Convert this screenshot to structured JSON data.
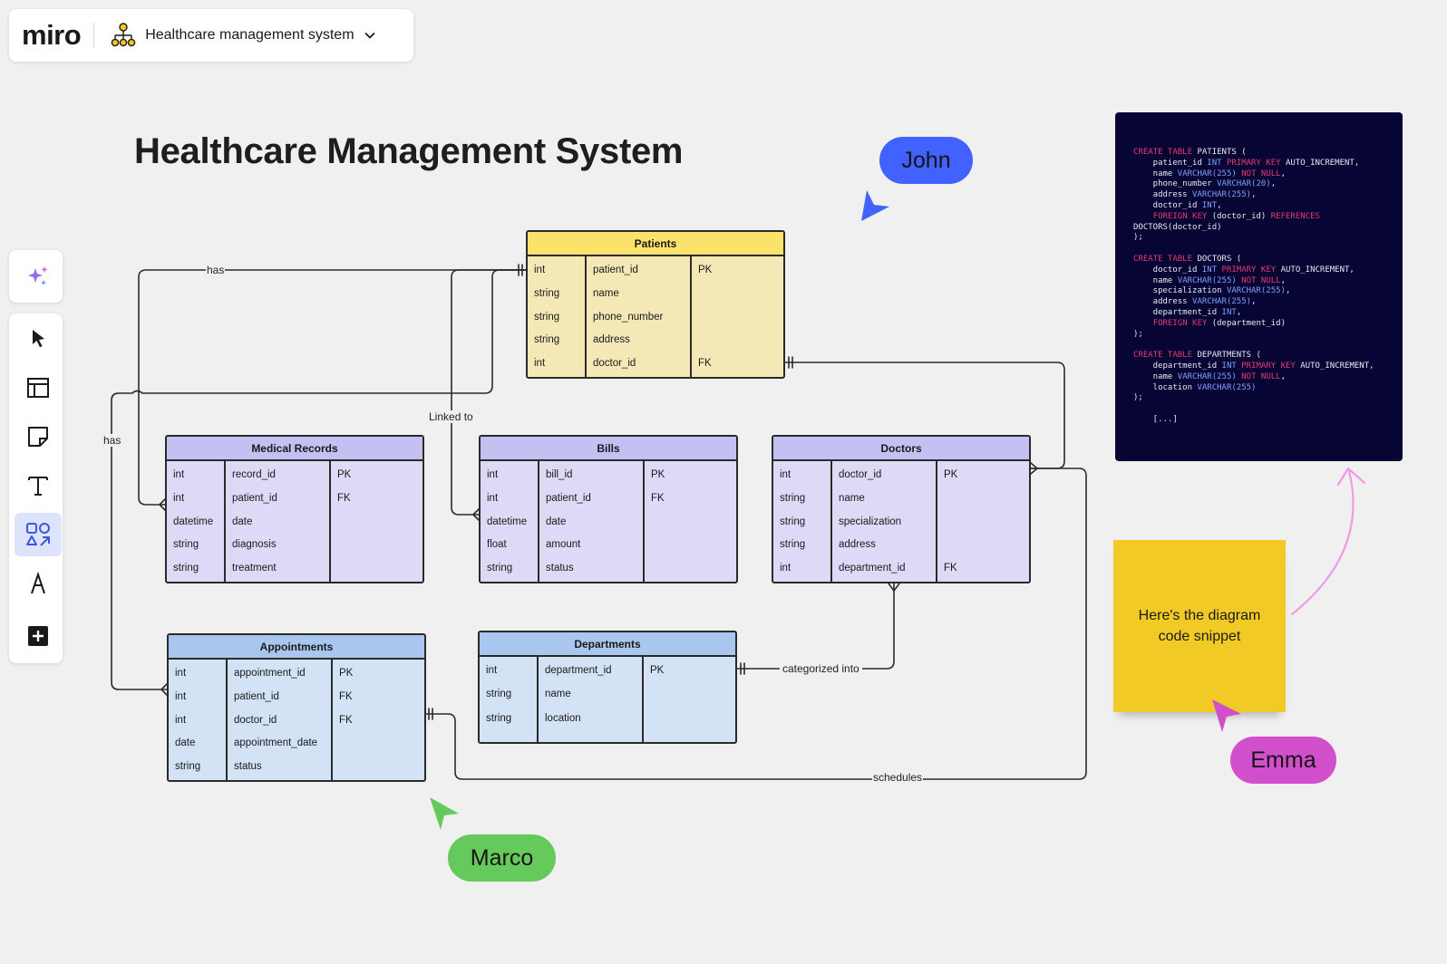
{
  "app": {
    "logo": "miro",
    "board_title": "Healthcare management system"
  },
  "toolbar": {
    "items": [
      "ai-assist",
      "select",
      "frames",
      "sticky-note",
      "text",
      "shapes",
      "pen",
      "more"
    ],
    "active": "shapes"
  },
  "page_title": "Healthcare Management System",
  "tables": {
    "patients": {
      "title": "Patients",
      "types": [
        "int",
        "string",
        "string",
        "string",
        "int"
      ],
      "fields": [
        "patient_id",
        "name",
        "phone_number",
        "address",
        "doctor_id"
      ],
      "keys": [
        "PK",
        "",
        "",
        "",
        "FK"
      ]
    },
    "medical_records": {
      "title": "Medical Records",
      "types": [
        "int",
        "int",
        "datetime",
        "string",
        "string"
      ],
      "fields": [
        "record_id",
        "patient_id",
        "date",
        "diagnosis",
        "treatment"
      ],
      "keys": [
        "PK",
        "FK",
        "",
        "",
        ""
      ]
    },
    "bills": {
      "title": "Bills",
      "types": [
        "int",
        "int",
        "datetime",
        "float",
        "string"
      ],
      "fields": [
        "bill_id",
        "patient_id",
        "date",
        "amount",
        "status"
      ],
      "keys": [
        "PK",
        "FK",
        "",
        "",
        ""
      ]
    },
    "doctors": {
      "title": "Doctors",
      "types": [
        "int",
        "string",
        "string",
        "string",
        "int"
      ],
      "fields": [
        "doctor_id",
        "name",
        "specialization",
        "address",
        "department_id"
      ],
      "keys": [
        "PK",
        "",
        "",
        "",
        "FK"
      ]
    },
    "appointments": {
      "title": "Appointments",
      "types": [
        "int",
        "int",
        "int",
        "date",
        "string"
      ],
      "fields": [
        "appointment_id",
        "patient_id",
        "doctor_id",
        "appointment_date",
        "status"
      ],
      "keys": [
        "PK",
        "FK",
        "FK",
        "",
        ""
      ]
    },
    "departments": {
      "title": "Departments",
      "types": [
        "int",
        "string",
        "string"
      ],
      "fields": [
        "department_id",
        "name",
        "location"
      ],
      "keys": [
        "PK",
        "",
        ""
      ]
    }
  },
  "relations": {
    "has_top": "has",
    "has_left": "has",
    "linked_to": "Linked to",
    "categorized_into": "categorized into",
    "schedules": "schedules"
  },
  "code_snippet": {
    "lines": [
      [
        [
          "kw",
          "CREATE TABLE"
        ],
        [
          "p",
          " PATIENTS ("
        ]
      ],
      [
        [
          "p",
          "    patient_id "
        ],
        [
          "ty",
          "INT"
        ],
        [
          "p",
          " "
        ],
        [
          "kw",
          "PRIMARY KEY"
        ],
        [
          "p",
          " AUTO_INCREMENT,"
        ]
      ],
      [
        [
          "p",
          "    name "
        ],
        [
          "ty",
          "VARCHAR(255)"
        ],
        [
          "p",
          " "
        ],
        [
          "kw",
          "NOT NULL"
        ],
        [
          "p",
          ","
        ]
      ],
      [
        [
          "p",
          "    phone_number "
        ],
        [
          "ty",
          "VARCHAR(20)"
        ],
        [
          "p",
          ","
        ]
      ],
      [
        [
          "p",
          "    address "
        ],
        [
          "ty",
          "VARCHAR(255)"
        ],
        [
          "p",
          ","
        ]
      ],
      [
        [
          "p",
          "    doctor_id "
        ],
        [
          "ty",
          "INT"
        ],
        [
          "p",
          ","
        ]
      ],
      [
        [
          "p",
          "    "
        ],
        [
          "kw",
          "FOREIGN KEY"
        ],
        [
          "p",
          " (doctor_id) "
        ],
        [
          "kw",
          "REFERENCES"
        ]
      ],
      [
        [
          "p",
          "DOCTORS(doctor_id)"
        ]
      ],
      [
        [
          "p",
          ");"
        ]
      ],
      [
        [
          "p",
          ""
        ]
      ],
      [
        [
          "kw",
          "CREATE TABLE"
        ],
        [
          "p",
          " DOCTORS ("
        ]
      ],
      [
        [
          "p",
          "    doctor_id "
        ],
        [
          "ty",
          "INT"
        ],
        [
          "p",
          " "
        ],
        [
          "kw",
          "PRIMARY KEY"
        ],
        [
          "p",
          " AUTO_INCREMENT,"
        ]
      ],
      [
        [
          "p",
          "    name "
        ],
        [
          "ty",
          "VARCHAR(255)"
        ],
        [
          "p",
          " "
        ],
        [
          "kw",
          "NOT NULL"
        ],
        [
          "p",
          ","
        ]
      ],
      [
        [
          "p",
          "    specialization "
        ],
        [
          "ty",
          "VARCHAR(255)"
        ],
        [
          "p",
          ","
        ]
      ],
      [
        [
          "p",
          "    address "
        ],
        [
          "ty",
          "VARCHAR(255)"
        ],
        [
          "p",
          ","
        ]
      ],
      [
        [
          "p",
          "    department_id "
        ],
        [
          "ty",
          "INT"
        ],
        [
          "p",
          ","
        ]
      ],
      [
        [
          "p",
          "    "
        ],
        [
          "kw",
          "FOREIGN KEY"
        ],
        [
          "p",
          " (department_id)"
        ]
      ],
      [
        [
          "p",
          ");"
        ]
      ],
      [
        [
          "p",
          ""
        ]
      ],
      [
        [
          "kw",
          "CREATE TABLE"
        ],
        [
          "p",
          " DEPARTMENTS ("
        ]
      ],
      [
        [
          "p",
          "    department_id "
        ],
        [
          "ty",
          "INT"
        ],
        [
          "p",
          " "
        ],
        [
          "kw",
          "PRIMARY KEY"
        ],
        [
          "p",
          " AUTO_INCREMENT,"
        ]
      ],
      [
        [
          "p",
          "    name "
        ],
        [
          "ty",
          "VARCHAR(255)"
        ],
        [
          "p",
          " "
        ],
        [
          "kw",
          "NOT NULL"
        ],
        [
          "p",
          ","
        ]
      ],
      [
        [
          "p",
          "    location "
        ],
        [
          "ty",
          "VARCHAR(255)"
        ]
      ],
      [
        [
          "p",
          ");"
        ]
      ],
      [
        [
          "p",
          ""
        ]
      ],
      [
        [
          "p",
          "    [...]"
        ]
      ]
    ]
  },
  "sticky_note": "Here's the diagram code snippet",
  "collaborators": [
    {
      "name": "John",
      "color": "#4262ff"
    },
    {
      "name": "Emma",
      "color": "#d14fcb"
    },
    {
      "name": "Marco",
      "color": "#66c95b"
    }
  ]
}
